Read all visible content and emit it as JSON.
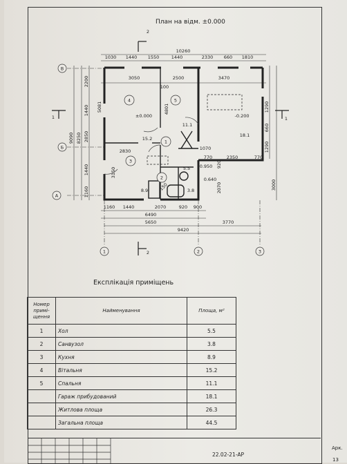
{
  "plan": {
    "title": "План на відм. ±0.000",
    "section_marks": [
      "1",
      "1",
      "2",
      "2"
    ],
    "axes_letters": [
      "В",
      "Б",
      "А"
    ],
    "axes_numbers": [
      "1",
      "2",
      "3"
    ],
    "dims_top_total": "10260",
    "dims_top": [
      "1030",
      "1440",
      "1550",
      "1440",
      "2330",
      "660",
      "1810"
    ],
    "dims_inner_top": [
      "3050",
      "2500",
      "3470"
    ],
    "dims_bottom_row1": [
      "1160",
      "1440",
      "2070",
      "920",
      "900"
    ],
    "dims_bottom_row2": "6490",
    "dims_bottom_row3": [
      "5650",
      "3770"
    ],
    "dims_bottom_total": "9420",
    "dims_left_outer": "9090",
    "dims_left_mid": "8250",
    "dims_left_chain": [
      "2200",
      "1440",
      "2850",
      "1440",
      "1160"
    ],
    "dims_inner_left": [
      "5081",
      "3150"
    ],
    "dims_right_chain": [
      "1290",
      "660",
      "1290"
    ],
    "dims_right_outer": "3000",
    "dims_misc": [
      "100",
      "4801",
      "2830",
      "1070",
      "770",
      "2350",
      "770",
      "920",
      "2070",
      "0.950",
      "0.640",
      "150"
    ],
    "levels": [
      "±0.000",
      "-0.200"
    ],
    "rooms": [
      {
        "num": "1",
        "area": "5.5"
      },
      {
        "num": "2",
        "area": "3.8"
      },
      {
        "num": "3",
        "area": "8.9"
      },
      {
        "num": "4",
        "area": "15.2"
      },
      {
        "num": "5",
        "area": "11.1"
      },
      {
        "num": "",
        "area": "18.1"
      }
    ]
  },
  "explication": {
    "caption": "Експлікація приміщень",
    "headers": {
      "num": "Номер примі-щення",
      "name": "Найменування",
      "area": "Площа, м²"
    },
    "rows": [
      {
        "num": "1",
        "name": "Хол",
        "area": "5.5"
      },
      {
        "num": "2",
        "name": "Санвузол",
        "area": "3.8"
      },
      {
        "num": "3",
        "name": "Кухня",
        "area": "8.9"
      },
      {
        "num": "4",
        "name": "Вітальня",
        "area": "15.2"
      },
      {
        "num": "5",
        "name": "Спальня",
        "area": "11.1"
      },
      {
        "num": "",
        "name": "Гараж прибудований",
        "area": "18.1"
      },
      {
        "num": "",
        "name": "Житлова площа",
        "area": "26.3"
      },
      {
        "num": "",
        "name": "Загальна площа",
        "area": "44.5"
      }
    ]
  },
  "stamp": {
    "code": "22.02-21-АР",
    "sheet_label": "Арк.",
    "sheet_num": "13"
  }
}
